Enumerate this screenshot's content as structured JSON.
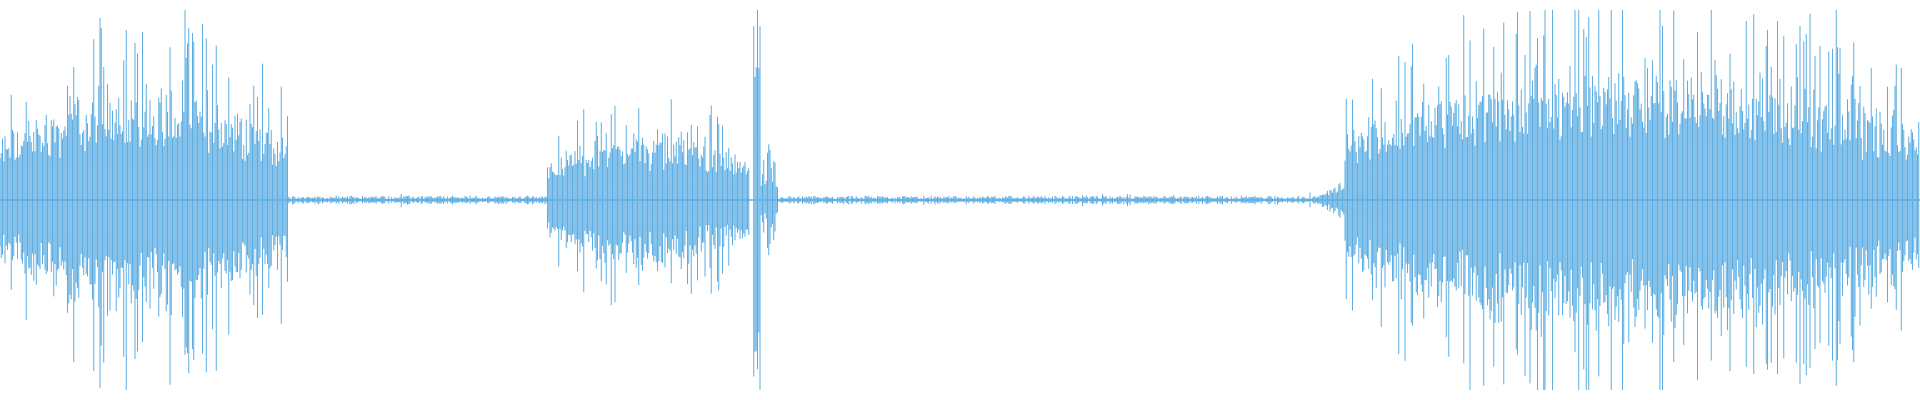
{
  "waveform": {
    "color": "#5dade2",
    "background": "#ffffff",
    "duration_fraction_segments": [
      {
        "start": 0.0,
        "end": 0.15,
        "kind": "loud",
        "peak": 0.42
      },
      {
        "start": 0.15,
        "end": 0.285,
        "kind": "quiet",
        "peak": 0.02
      },
      {
        "start": 0.285,
        "end": 0.39,
        "kind": "loud",
        "peak": 0.25
      },
      {
        "start": 0.392,
        "end": 0.396,
        "kind": "spike",
        "peak": 0.5
      },
      {
        "start": 0.396,
        "end": 0.405,
        "kind": "loud",
        "peak": 0.12
      },
      {
        "start": 0.405,
        "end": 0.685,
        "kind": "quiet",
        "peak": 0.02
      },
      {
        "start": 0.685,
        "end": 0.7,
        "kind": "ramp",
        "peak": 0.06
      },
      {
        "start": 0.7,
        "end": 1.0,
        "kind": "loud",
        "peak": 0.5
      }
    ]
  }
}
